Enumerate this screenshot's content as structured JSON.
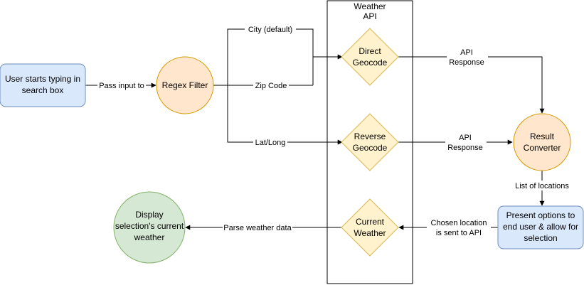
{
  "diagram": {
    "lane": {
      "title_line1": "Weather",
      "title_line2": "API"
    },
    "nodes": {
      "user_input": {
        "line1": "User starts typing in",
        "line2": "search box"
      },
      "regex_filter": {
        "label": "Regex Filter"
      },
      "direct_geocode": {
        "line1": "Direct",
        "line2": "Geocode"
      },
      "reverse_geocode": {
        "line1": "Reverse",
        "line2": "Geocode"
      },
      "current_weather": {
        "line1": "Current",
        "line2": "Weather"
      },
      "result_converter": {
        "line1": "Result",
        "line2": "Converter"
      },
      "present_options": {
        "line1": "Present options to",
        "line2": "end user & allow for",
        "line3": "selection"
      },
      "display_weather": {
        "line1": "Display",
        "line2": "selection's current",
        "line3": "weather"
      }
    },
    "edges": {
      "pass_input": "Pass input to",
      "city_default": "City (default)",
      "zip_code": "Zip Code",
      "lat_long": "Lat/Long",
      "api_response_1": {
        "line1": "API",
        "line2": "Response"
      },
      "api_response_2": {
        "line1": "API",
        "line2": "Response"
      },
      "list_locations": "List of locations",
      "chosen_location": {
        "line1": "Chosen location",
        "line2": "is sent to API"
      },
      "parse_weather": "Parse weather data"
    },
    "colors": {
      "blue_fill": "#dae8fc",
      "blue_stroke": "#6c8ebf",
      "orange_fill": "#ffe6cc",
      "orange_stroke": "#d79b00",
      "yellow_fill": "#fff2cc",
      "yellow_stroke": "#d6b656",
      "green_fill": "#d5e8d4",
      "green_stroke": "#82b366"
    }
  }
}
